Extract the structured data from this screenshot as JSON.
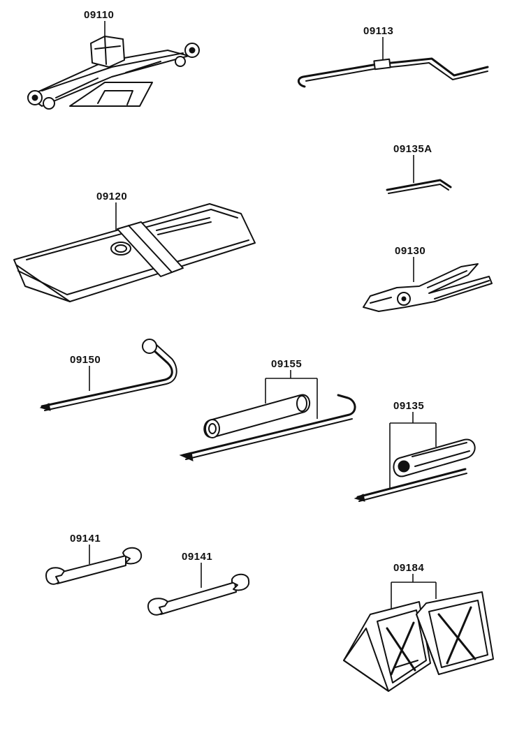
{
  "parts": [
    {
      "id": "jack",
      "label": "09110"
    },
    {
      "id": "jack-handle",
      "label": "09113"
    },
    {
      "id": "hex-key",
      "label": "09135A"
    },
    {
      "id": "tool-bag",
      "label": "09120"
    },
    {
      "id": "pliers",
      "label": "09130"
    },
    {
      "id": "lug-wrench",
      "label": "09150"
    },
    {
      "id": "socket-bar",
      "label": "09155"
    },
    {
      "id": "screwdriver",
      "label": "09135"
    },
    {
      "id": "wrench-a",
      "label": "09141"
    },
    {
      "id": "wrench-b",
      "label": "09141"
    },
    {
      "id": "wheel-chocks",
      "label": "09184"
    }
  ],
  "colors": {
    "ink": "#111111",
    "paper": "#ffffff"
  }
}
